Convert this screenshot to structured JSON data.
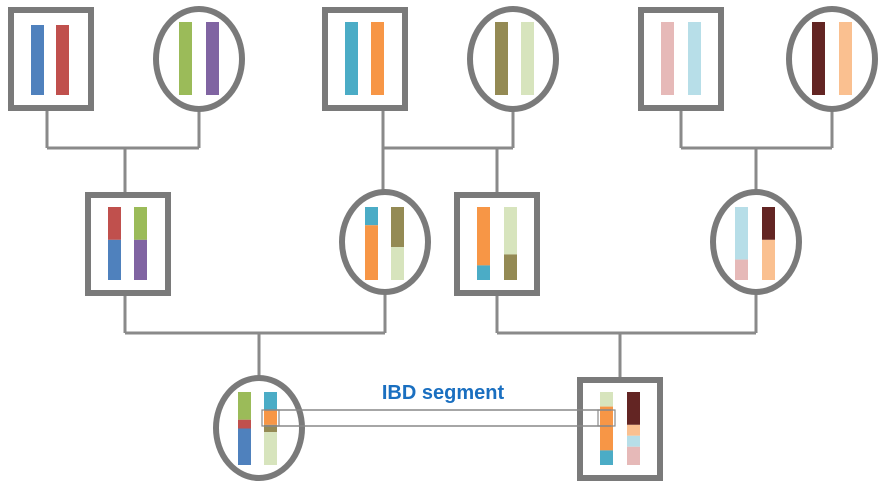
{
  "annotation": {
    "ibd_label": "IBD segment",
    "color": "#1a6fc0"
  },
  "colors": {
    "outline": "#7a7a7a",
    "line": "#8a8a8a",
    "ibd_line": "#888888"
  },
  "individuals": [
    {
      "id": "g1-male-1",
      "sex": "male",
      "generation": 1,
      "chromosomes": [
        [
          {
            "c": "#4f81bd",
            "f": 1
          }
        ],
        [
          {
            "c": "#c0504d",
            "f": 1
          }
        ]
      ]
    },
    {
      "id": "g1-female-1",
      "sex": "female",
      "generation": 1,
      "chromosomes": [
        [
          {
            "c": "#9bbb59",
            "f": 1
          }
        ],
        [
          {
            "c": "#8064a2",
            "f": 1
          }
        ]
      ]
    },
    {
      "id": "g1-male-2",
      "sex": "male",
      "generation": 1,
      "chromosomes": [
        [
          {
            "c": "#4bacc6",
            "f": 1
          }
        ],
        [
          {
            "c": "#f79646",
            "f": 1
          }
        ]
      ]
    },
    {
      "id": "g1-female-2",
      "sex": "female",
      "generation": 1,
      "chromosomes": [
        [
          {
            "c": "#948a54",
            "f": 1
          }
        ],
        [
          {
            "c": "#d7e4bd",
            "f": 1
          }
        ]
      ]
    },
    {
      "id": "g1-male-3",
      "sex": "male",
      "generation": 1,
      "chromosomes": [
        [
          {
            "c": "#e6b9b8",
            "f": 1
          }
        ],
        [
          {
            "c": "#b7dee8",
            "f": 1
          }
        ]
      ]
    },
    {
      "id": "g1-female-3",
      "sex": "female",
      "generation": 1,
      "chromosomes": [
        [
          {
            "c": "#632523",
            "f": 1
          }
        ],
        [
          {
            "c": "#fac090",
            "f": 1
          }
        ]
      ]
    },
    {
      "id": "g2-male-1",
      "sex": "male",
      "generation": 2,
      "chromosomes": [
        [
          {
            "c": "#c0504d",
            "f": 0.45
          },
          {
            "c": "#4f81bd",
            "f": 0.55
          }
        ],
        [
          {
            "c": "#9bbb59",
            "f": 0.45
          },
          {
            "c": "#8064a2",
            "f": 0.55
          }
        ]
      ]
    },
    {
      "id": "g2-female-1",
      "sex": "female",
      "generation": 2,
      "chromosomes": [
        [
          {
            "c": "#4bacc6",
            "f": 0.25
          },
          {
            "c": "#f79646",
            "f": 0.75
          }
        ],
        [
          {
            "c": "#948a54",
            "f": 0.55
          },
          {
            "c": "#d7e4bd",
            "f": 0.45
          }
        ]
      ]
    },
    {
      "id": "g2-male-2",
      "sex": "male",
      "generation": 2,
      "chromosomes": [
        [
          {
            "c": "#f79646",
            "f": 0.8
          },
          {
            "c": "#4bacc6",
            "f": 0.2
          }
        ],
        [
          {
            "c": "#d7e4bd",
            "f": 0.65
          },
          {
            "c": "#948a54",
            "f": 0.35
          }
        ]
      ]
    },
    {
      "id": "g2-female-2",
      "sex": "female",
      "generation": 2,
      "chromosomes": [
        [
          {
            "c": "#b7dee8",
            "f": 0.72
          },
          {
            "c": "#e6b9b8",
            "f": 0.28
          }
        ],
        [
          {
            "c": "#632523",
            "f": 0.45
          },
          {
            "c": "#fac090",
            "f": 0.55
          }
        ]
      ]
    },
    {
      "id": "g3-female",
      "sex": "female",
      "generation": 3,
      "chromosomes": [
        [
          {
            "c": "#9bbb59",
            "f": 0.38
          },
          {
            "c": "#c0504d",
            "f": 0.12
          },
          {
            "c": "#4f81bd",
            "f": 0.5
          }
        ],
        [
          {
            "c": "#4bacc6",
            "f": 0.25
          },
          {
            "c": "#f79646",
            "f": 0.2
          },
          {
            "c": "#948a54",
            "f": 0.1
          },
          {
            "c": "#d7e4bd",
            "f": 0.45
          }
        ]
      ]
    },
    {
      "id": "g3-male",
      "sex": "male",
      "generation": 3,
      "chromosomes": [
        [
          {
            "c": "#d7e4bd",
            "f": 0.2
          },
          {
            "c": "#f79646",
            "f": 0.6
          },
          {
            "c": "#4bacc6",
            "f": 0.2
          }
        ],
        [
          {
            "c": "#632523",
            "f": 0.45
          },
          {
            "c": "#fac090",
            "f": 0.15
          },
          {
            "c": "#b7dee8",
            "f": 0.15
          },
          {
            "c": "#e6b9b8",
            "f": 0.25
          }
        ]
      ]
    }
  ]
}
